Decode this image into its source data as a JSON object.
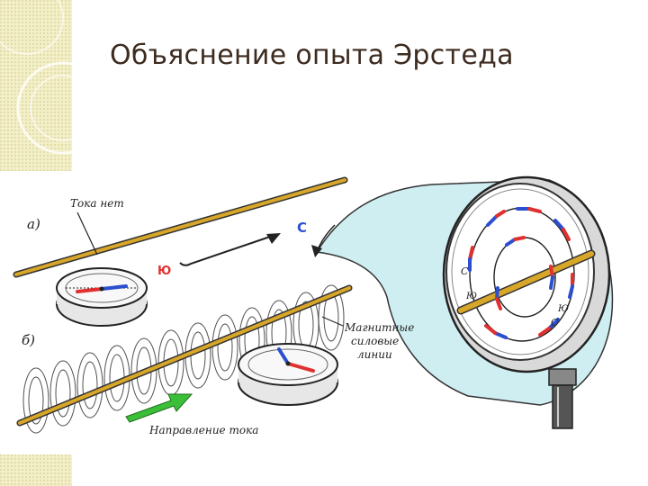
{
  "slide": {
    "title": "Объяснение опыта Эрстеда"
  },
  "diagram": {
    "label_a": "а)",
    "label_b": "б)",
    "no_current": "Тока нет",
    "north": "С",
    "south": "Ю",
    "field_lines": [
      "Магнитные",
      "силовые",
      "линии"
    ],
    "current_direction": "Направление тока"
  },
  "colors": {
    "title": "#3d2b1f",
    "wire": "#d8a72a",
    "blob": "#cfeef2",
    "north_needle": "#e03030",
    "south_needle": "#2c4fd0",
    "arrow_green": "#3bbf38"
  }
}
